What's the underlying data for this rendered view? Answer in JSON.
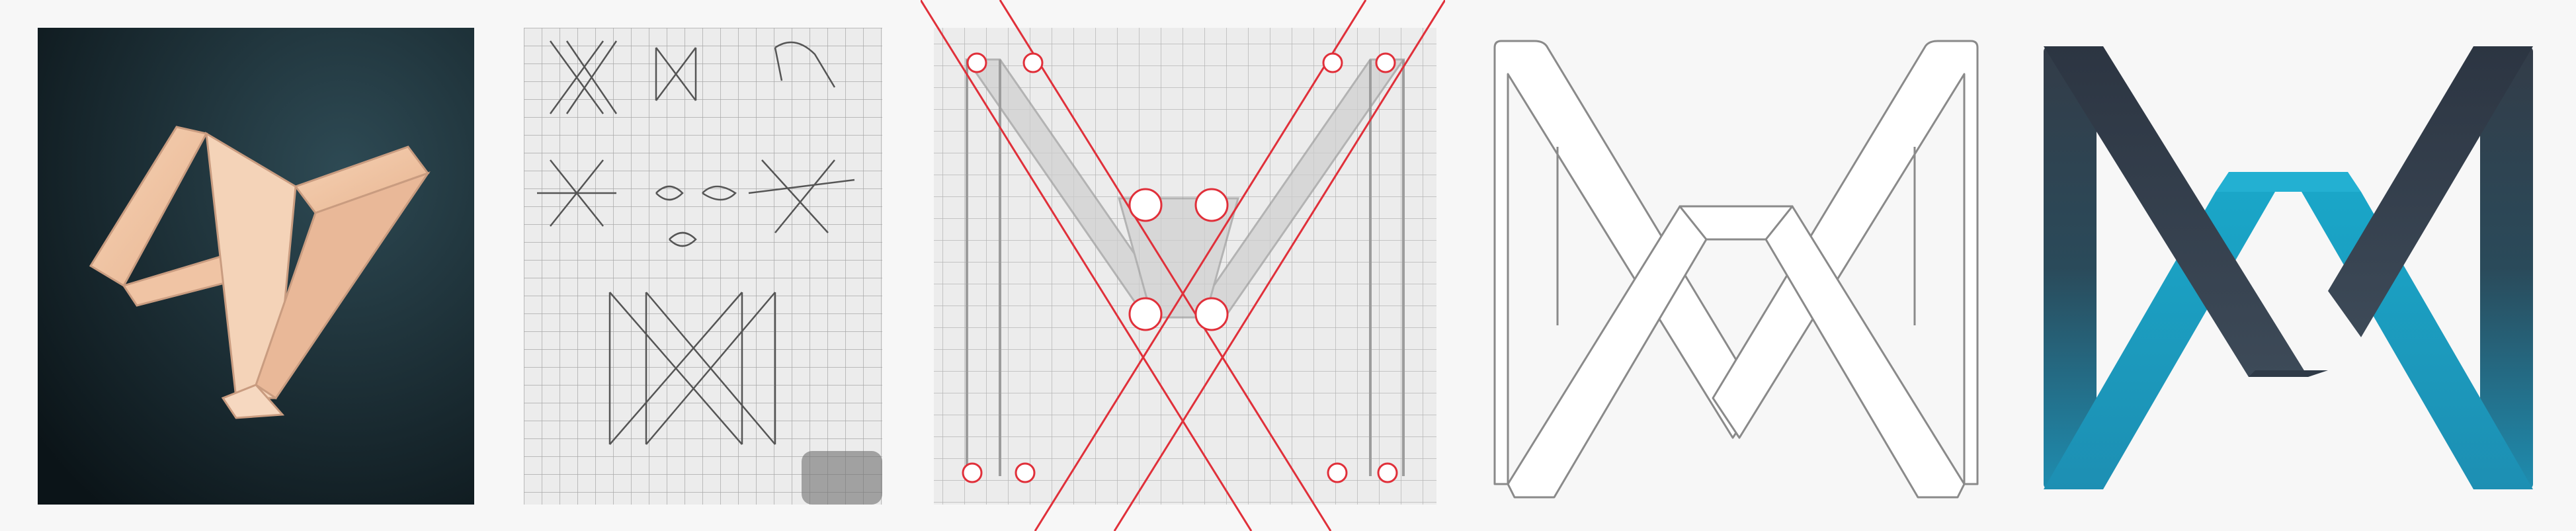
{
  "gallery": {
    "panels": [
      {
        "id": "photo-paper-model",
        "kind": "photo",
        "description_icon": "folded-paper-icon"
      },
      {
        "id": "pencil-sketches",
        "kind": "sketch",
        "description_icon": "sketch-icon"
      },
      {
        "id": "construction-grid",
        "kind": "sketch-with-guides",
        "description_icon": "grid-icon"
      },
      {
        "id": "outline-logo",
        "kind": "vector-outline",
        "description_icon": "logo-outline-icon"
      },
      {
        "id": "final-logo",
        "kind": "vector-color",
        "description_icon": "logo-icon"
      }
    ]
  },
  "colors": {
    "page_background": "#f7f7f7",
    "photo_background": "#0f1a1f",
    "paper_pink": "#f3c7a7",
    "grid_paper": "#e8e8e8",
    "guide_red": "#e0303a",
    "outline_stroke": "#8a8a8a",
    "logo_dark": "#36424f",
    "logo_teal": "#1f9dbf"
  }
}
